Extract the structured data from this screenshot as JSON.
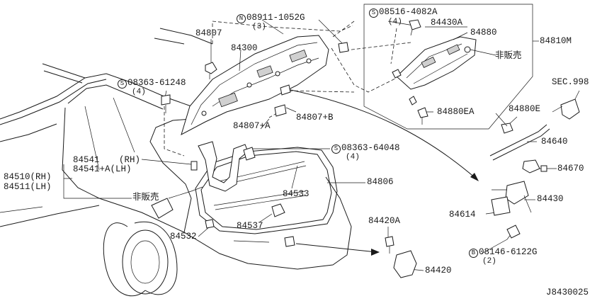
{
  "diagram": {
    "labels": {
      "p84807": "84807",
      "p84300": "84300",
      "n08911": "08911-1052G",
      "n08911_qty": "(3)",
      "s08516": "08516-4082A",
      "s08516_qty": "(4)",
      "p84430A": "84430A",
      "p84880": "84880",
      "p84810M": "84810M",
      "not_sold_1": "非販売",
      "sec998": "SEC.998",
      "s08363_61248": "08363-61248",
      "s08363_61248_qty": "(4)",
      "p84807B": "84807+B",
      "p84880EA": "84880EA",
      "p84880E": "84880E",
      "p84807A": "84807+A",
      "p84640": "84640",
      "s08363_64048": "08363-64048",
      "s08363_64048_qty": "(4)",
      "p84541": "84541",
      "rh": "(RH)",
      "p84541A": "84541+A(LH)",
      "p84510": "84510(RH)",
      "p84511": "84511(LH)",
      "not_sold_2": "非販売",
      "p84670": "84670",
      "p84806": "84806",
      "p84533": "84533",
      "p84430": "84430",
      "p84614": "84614",
      "p84537": "84537",
      "p84420A": "84420A",
      "p84532": "84532",
      "b08146": "08146-6122G",
      "b08146_qty": "(2)",
      "p84420": "84420",
      "diagram_code": "J8430025"
    },
    "markers": {
      "n": "N",
      "s": "S",
      "b": "B"
    }
  }
}
